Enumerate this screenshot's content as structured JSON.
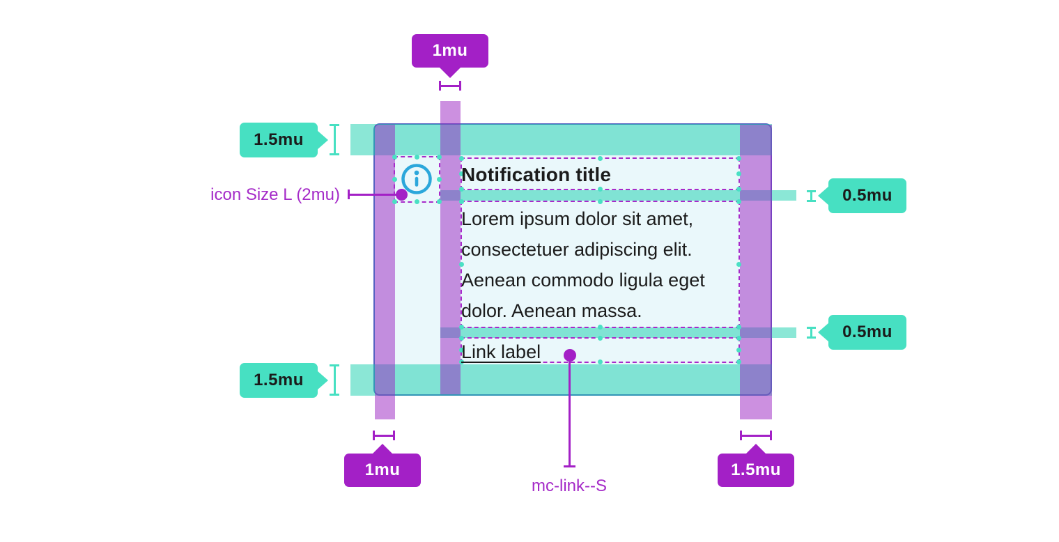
{
  "notification": {
    "icon": "info-icon",
    "title": "Notification title",
    "body_lines": [
      "Lorem ipsum dolor sit amet,",
      "consectetuer adipiscing elit.",
      "Aenean commodo ligula eget",
      "dolor. Aenean massa."
    ],
    "link_label": "Link label"
  },
  "measurements": {
    "top_gap": "1mu",
    "left_padding_top": "1.5mu",
    "left_padding_bottom": "1.5mu",
    "right_gap_title": "0.5mu",
    "right_gap_link": "0.5mu",
    "bottom_left_padding": "1mu",
    "bottom_right_padding": "1.5mu"
  },
  "callouts": {
    "icon_size": "icon Size L (2mu)",
    "link_token": "mc-link--S"
  },
  "colors": {
    "badge_purple": "#A320C6",
    "badge_teal": "#47E0C2",
    "band_teal": "rgba(13,205,170,0.48)",
    "bar_purple": "rgba(153,33,193,0.5)",
    "dashed_outline": "#A82ACA",
    "card_border": "#5661C1",
    "card_bg": "#EAF8FB",
    "icon_blue": "#2BA7DB",
    "text_dark": "#1B1B1B",
    "label_purple": "#A52BC8",
    "dot_teal": "#4AE0C4"
  }
}
